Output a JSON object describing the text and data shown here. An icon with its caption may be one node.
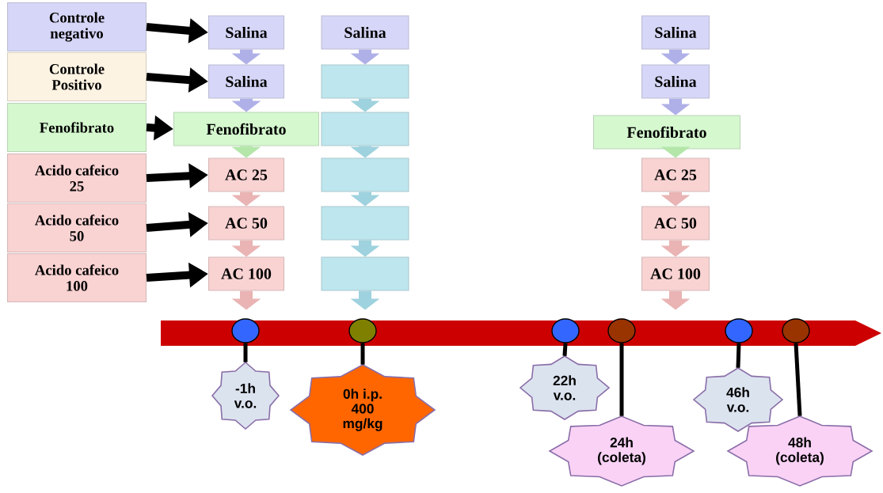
{
  "diagram": {
    "nodes": [
      {
        "text": [
          "Controle negativo"
        ]
      },
      {
        "text": [
          "Controle Positivo"
        ]
      },
      {
        "text": [
          "Fenofibrato"
        ]
      },
      {
        "text": [
          "Acido cafeico 25"
        ]
      },
      {
        "text": [
          "Acido cafeico 50"
        ]
      },
      {
        "text": [
          "Acido cafeico 100"
        ]
      },
      {
        "text": [
          "Salina"
        ]
      },
      {
        "text": [
          "Salina"
        ]
      },
      {
        "text": [
          "Fenofibrato"
        ]
      },
      {
        "text": [
          "AC 25"
        ]
      },
      {
        "text": [
          "AC 50"
        ]
      },
      {
        "text": [
          "AC 100"
        ]
      },
      {
        "text": [
          "Salina"
        ]
      },
      {
        "text": [],
        "shape": "box"
      },
      {
        "text": [],
        "shape": "box"
      },
      {
        "text": [],
        "shape": "box"
      },
      {
        "text": [],
        "shape": "box"
      },
      {
        "text": [],
        "shape": "box"
      },
      {
        "text": [
          "Salina"
        ]
      },
      {
        "text": [
          "Salina"
        ]
      },
      {
        "text": [
          "Fenofibrato"
        ]
      },
      {
        "text": [
          "AC 25"
        ]
      },
      {
        "text": [
          "AC 50"
        ]
      },
      {
        "text": [
          "AC 100"
        ]
      },
      {
        "text": [],
        "shape": "circle"
      },
      {
        "text": [],
        "shape": "circle"
      },
      {
        "text": [],
        "shape": "circle"
      },
      {
        "text": [],
        "shape": "circle"
      },
      {
        "text": [],
        "shape": "circle"
      },
      {
        "text": [],
        "shape": "circle"
      },
      {
        "text": [
          "-1h v.o."
        ]
      },
      {
        "text": [
          "0h i.p. 400 mg/kg"
        ]
      },
      {
        "text": [
          "22h v.o."
        ]
      },
      {
        "text": [
          "24h (coleta)"
        ]
      },
      {
        "text": [
          "46h v.o."
        ]
      },
      {
        "text": [
          "48h (coleta)"
        ]
      }
    ],
    "edges": [
      {
        "from": 0,
        "to": 6,
        "arrow": "to"
      },
      {
        "from": 1,
        "to": 7,
        "arrow": "to"
      },
      {
        "from": 2,
        "to": 8,
        "arrow": "to"
      },
      {
        "from": 3,
        "to": 9,
        "arrow": "to"
      },
      {
        "from": 4,
        "to": 10,
        "arrow": "to"
      },
      {
        "from": 5,
        "to": 11,
        "arrow": "to"
      },
      {
        "from": 6,
        "to": 7,
        "arrow": "to",
        "color": "#b0b0e8"
      },
      {
        "from": 7,
        "to": 8,
        "arrow": "to",
        "color": "#b0b0e8"
      },
      {
        "from": 8,
        "to": 9,
        "arrow": "to",
        "color": "#b4e6aa"
      },
      {
        "from": 9,
        "to": 10,
        "arrow": "to",
        "color": "#eab4b4"
      },
      {
        "from": 10,
        "to": 11,
        "arrow": "to",
        "color": "#eab4b4"
      },
      {
        "from": 11,
        "to": null,
        "arrow": "to",
        "color": "#eab4b4"
      },
      {
        "from": 12,
        "to": 13,
        "arrow": "to",
        "color": "#b0b0e8"
      },
      {
        "from": 13,
        "to": 14,
        "arrow": "to",
        "color": "#9ed2de"
      },
      {
        "from": 14,
        "to": 15,
        "arrow": "to",
        "color": "#9ed2de"
      },
      {
        "from": 15,
        "to": 16,
        "arrow": "to",
        "color": "#9ed2de"
      },
      {
        "from": 16,
        "to": 17,
        "arrow": "to",
        "color": "#9ed2de"
      },
      {
        "from": 17,
        "to": null,
        "arrow": "to",
        "color": "#9ed2de"
      },
      {
        "from": 18,
        "to": 19,
        "arrow": "to",
        "color": "#b0b0e8"
      },
      {
        "from": 19,
        "to": 20,
        "arrow": "to",
        "color": "#b0b0e8"
      },
      {
        "from": 20,
        "to": 21,
        "arrow": "to",
        "color": "#b4e6aa"
      },
      {
        "from": 21,
        "to": 22,
        "arrow": "to",
        "color": "#eab4b4"
      },
      {
        "from": 22,
        "to": 23,
        "arrow": "to",
        "color": "#eab4b4"
      },
      {
        "from": 23,
        "to": null,
        "arrow": "to",
        "color": "#eab4b4"
      },
      {
        "from": 24,
        "to": 30,
        "arrow": "none"
      },
      {
        "from": 25,
        "to": 31,
        "arrow": "none"
      },
      {
        "from": 26,
        "to": 32,
        "arrow": "none"
      },
      {
        "from": 27,
        "to": 33,
        "arrow": "none"
      },
      {
        "from": 28,
        "to": 34,
        "arrow": "none"
      },
      {
        "from": 29,
        "to": 35,
        "arrow": "none"
      }
    ]
  }
}
